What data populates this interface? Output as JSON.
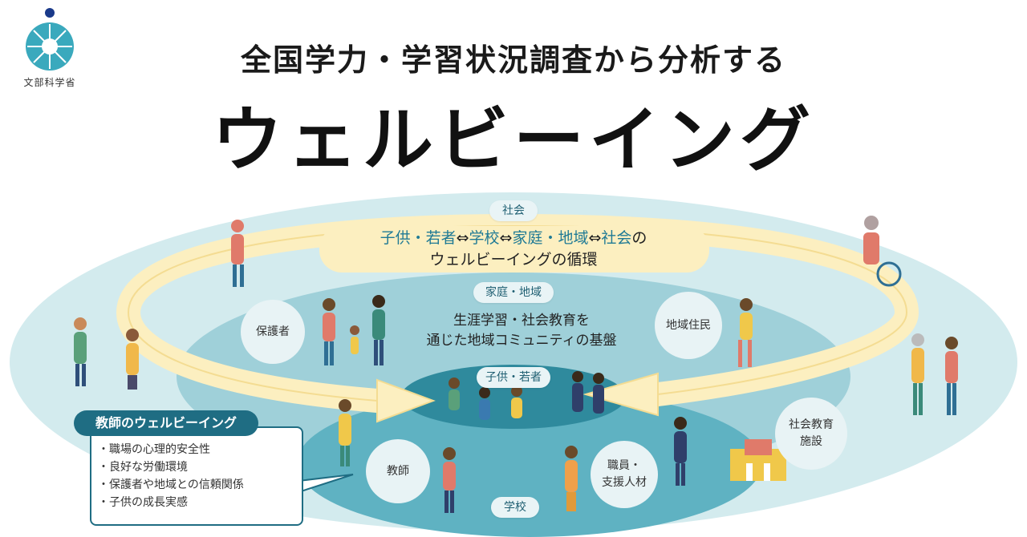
{
  "logo": {
    "text": "文部科学省"
  },
  "header": {
    "subtitle": "全国学力・学習状況調査から分析する",
    "title": "ウェルビーイング"
  },
  "rings": {
    "society": "社会",
    "family_region": "家庭・地域",
    "children": "子供・若者",
    "school": "学校"
  },
  "cycle": {
    "line1_a": "子供・若者",
    "line1_sep1": "⇔",
    "line1_b": "学校",
    "line1_sep2": "⇔",
    "line1_c": "家庭・地域",
    "line1_sep3": "⇔",
    "line1_d": "社会",
    "line1_e": "の",
    "line2": "ウェルビーイングの循環"
  },
  "base": {
    "line1": "生涯学習・社会教育を",
    "line2": "通じた地域コミュニティの基盤"
  },
  "labels": {
    "guardian": "保護者",
    "resident": "地域住民",
    "teacher": "教師",
    "staff_line1": "職員・",
    "staff_line2": "支援人材",
    "facility_line1": "社会教育",
    "facility_line2": "施設"
  },
  "teacher_wellbeing": {
    "heading": "教師のウェルビーイング",
    "items": [
      "職場の心理的安全性",
      "良好な労働環境",
      "保護者や地域との信頼関係",
      "子供の成長実感"
    ]
  },
  "colors": {
    "outer_ring": "#d3ebee",
    "middle_ring": "#9fd0d9",
    "inner_ring": "#5fb2c2",
    "center_ring": "#2f8a9d",
    "arrow": "#fcefc0",
    "accent": "#1f6d83"
  }
}
